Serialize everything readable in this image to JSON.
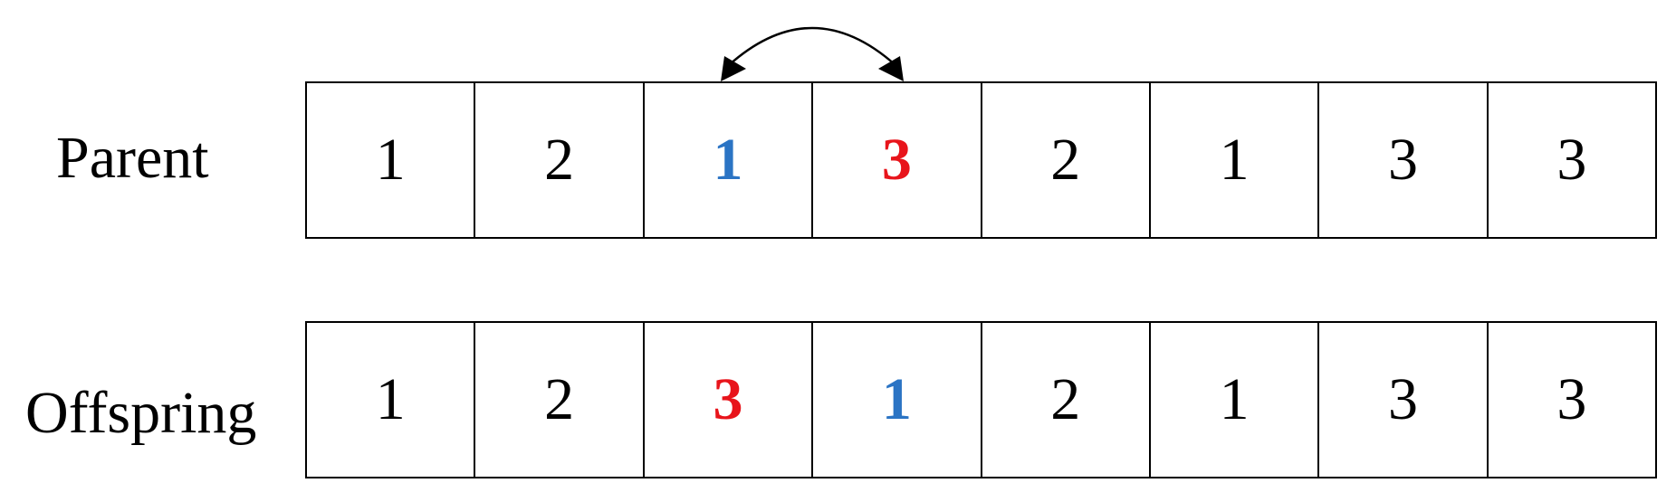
{
  "rows": {
    "parent": {
      "label": "Parent",
      "genes": [
        "1",
        "2",
        "1",
        "3",
        "2",
        "1",
        "3",
        "3"
      ]
    },
    "offspring": {
      "label": "Offspring",
      "genes": [
        "1",
        "2",
        "3",
        "1",
        "2",
        "1",
        "3",
        "3"
      ]
    }
  },
  "swap": {
    "positions": [
      3,
      4
    ],
    "first_color": "#2b74c4",
    "second_color": "#e8141b"
  },
  "colors": {
    "text": "#000000",
    "border": "#000000",
    "background": "#ffffff"
  }
}
